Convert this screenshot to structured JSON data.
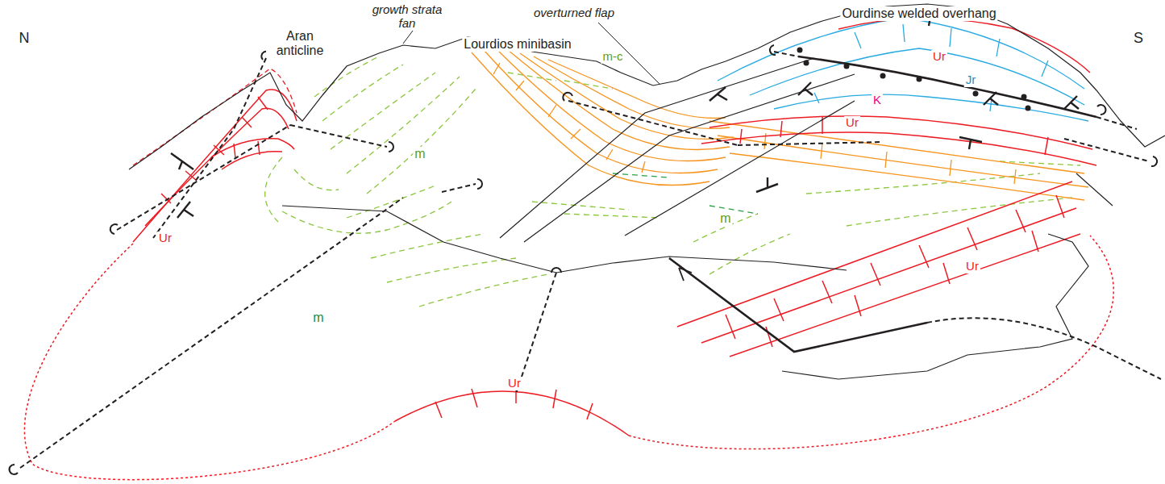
{
  "diagram": {
    "labels": [
      "N",
      "Aran anticline",
      "growth strata fan",
      "Lourdios minibasin",
      "overturned flap",
      "Ourdinse welded overhang",
      "S",
      "m-c",
      "Ur",
      "Jr",
      "K",
      "Ur",
      "m",
      "m",
      "Ur",
      "Ur",
      "m",
      "Ur"
    ]
  }
}
